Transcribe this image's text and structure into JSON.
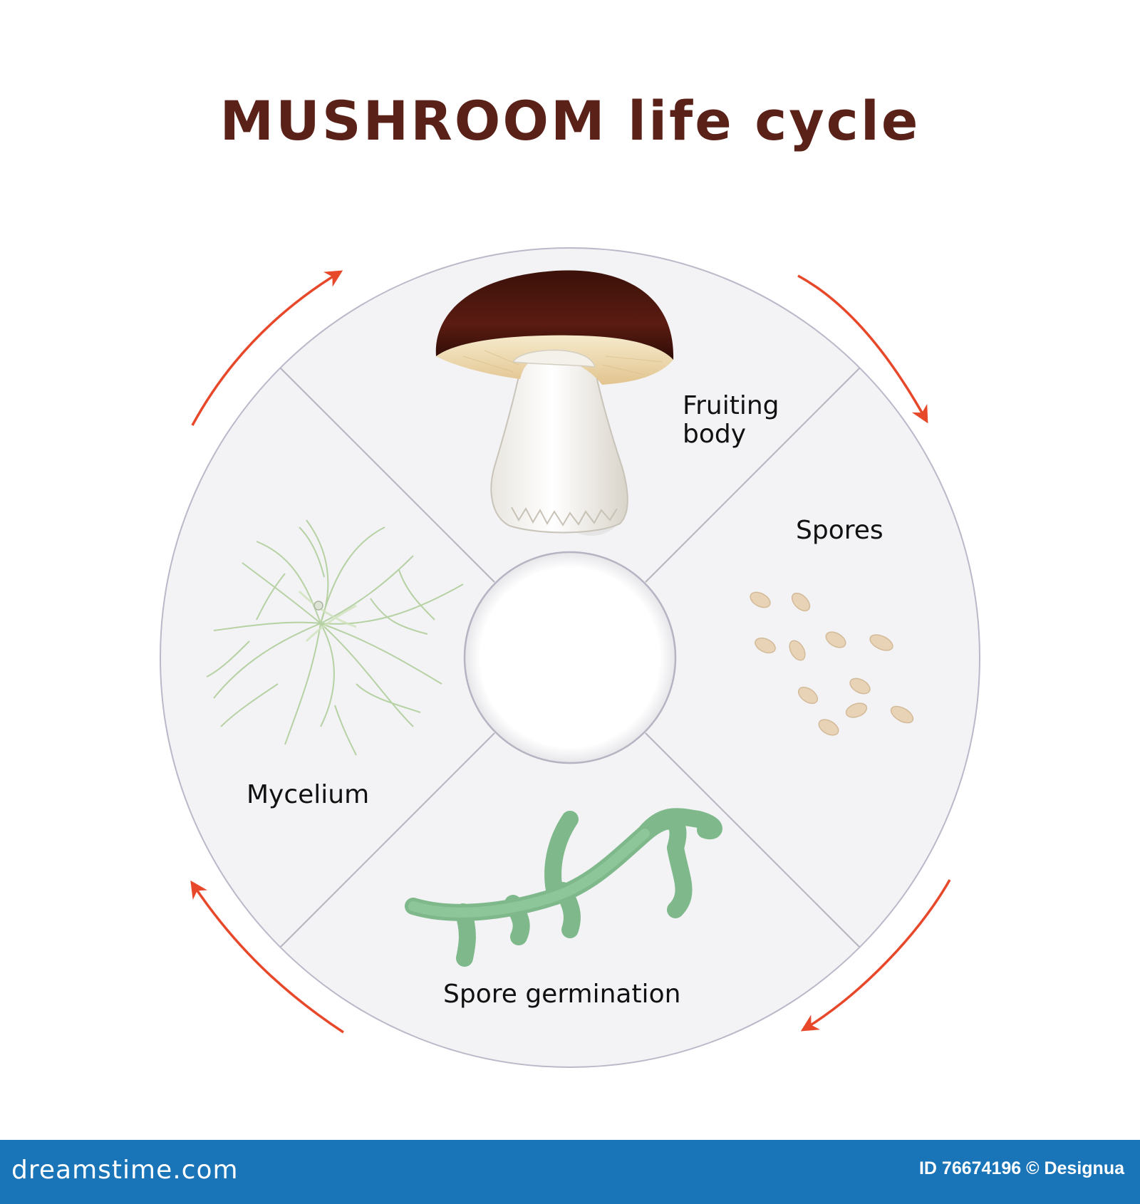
{
  "title": "MUSHROOM life cycle",
  "stages": {
    "fruiting_body": "Fruiting body",
    "spores": "Spores",
    "spore_germination": "Spore germination",
    "mycelium": "Mycelium"
  },
  "footer": {
    "brand": "dreamstime.com",
    "stock_id": "ID 76674196 © Designua"
  },
  "colors": {
    "title": "#5a2119",
    "arrow": "#e8482a",
    "disc": "#f3f3f5",
    "footer": "#1a74b8"
  }
}
